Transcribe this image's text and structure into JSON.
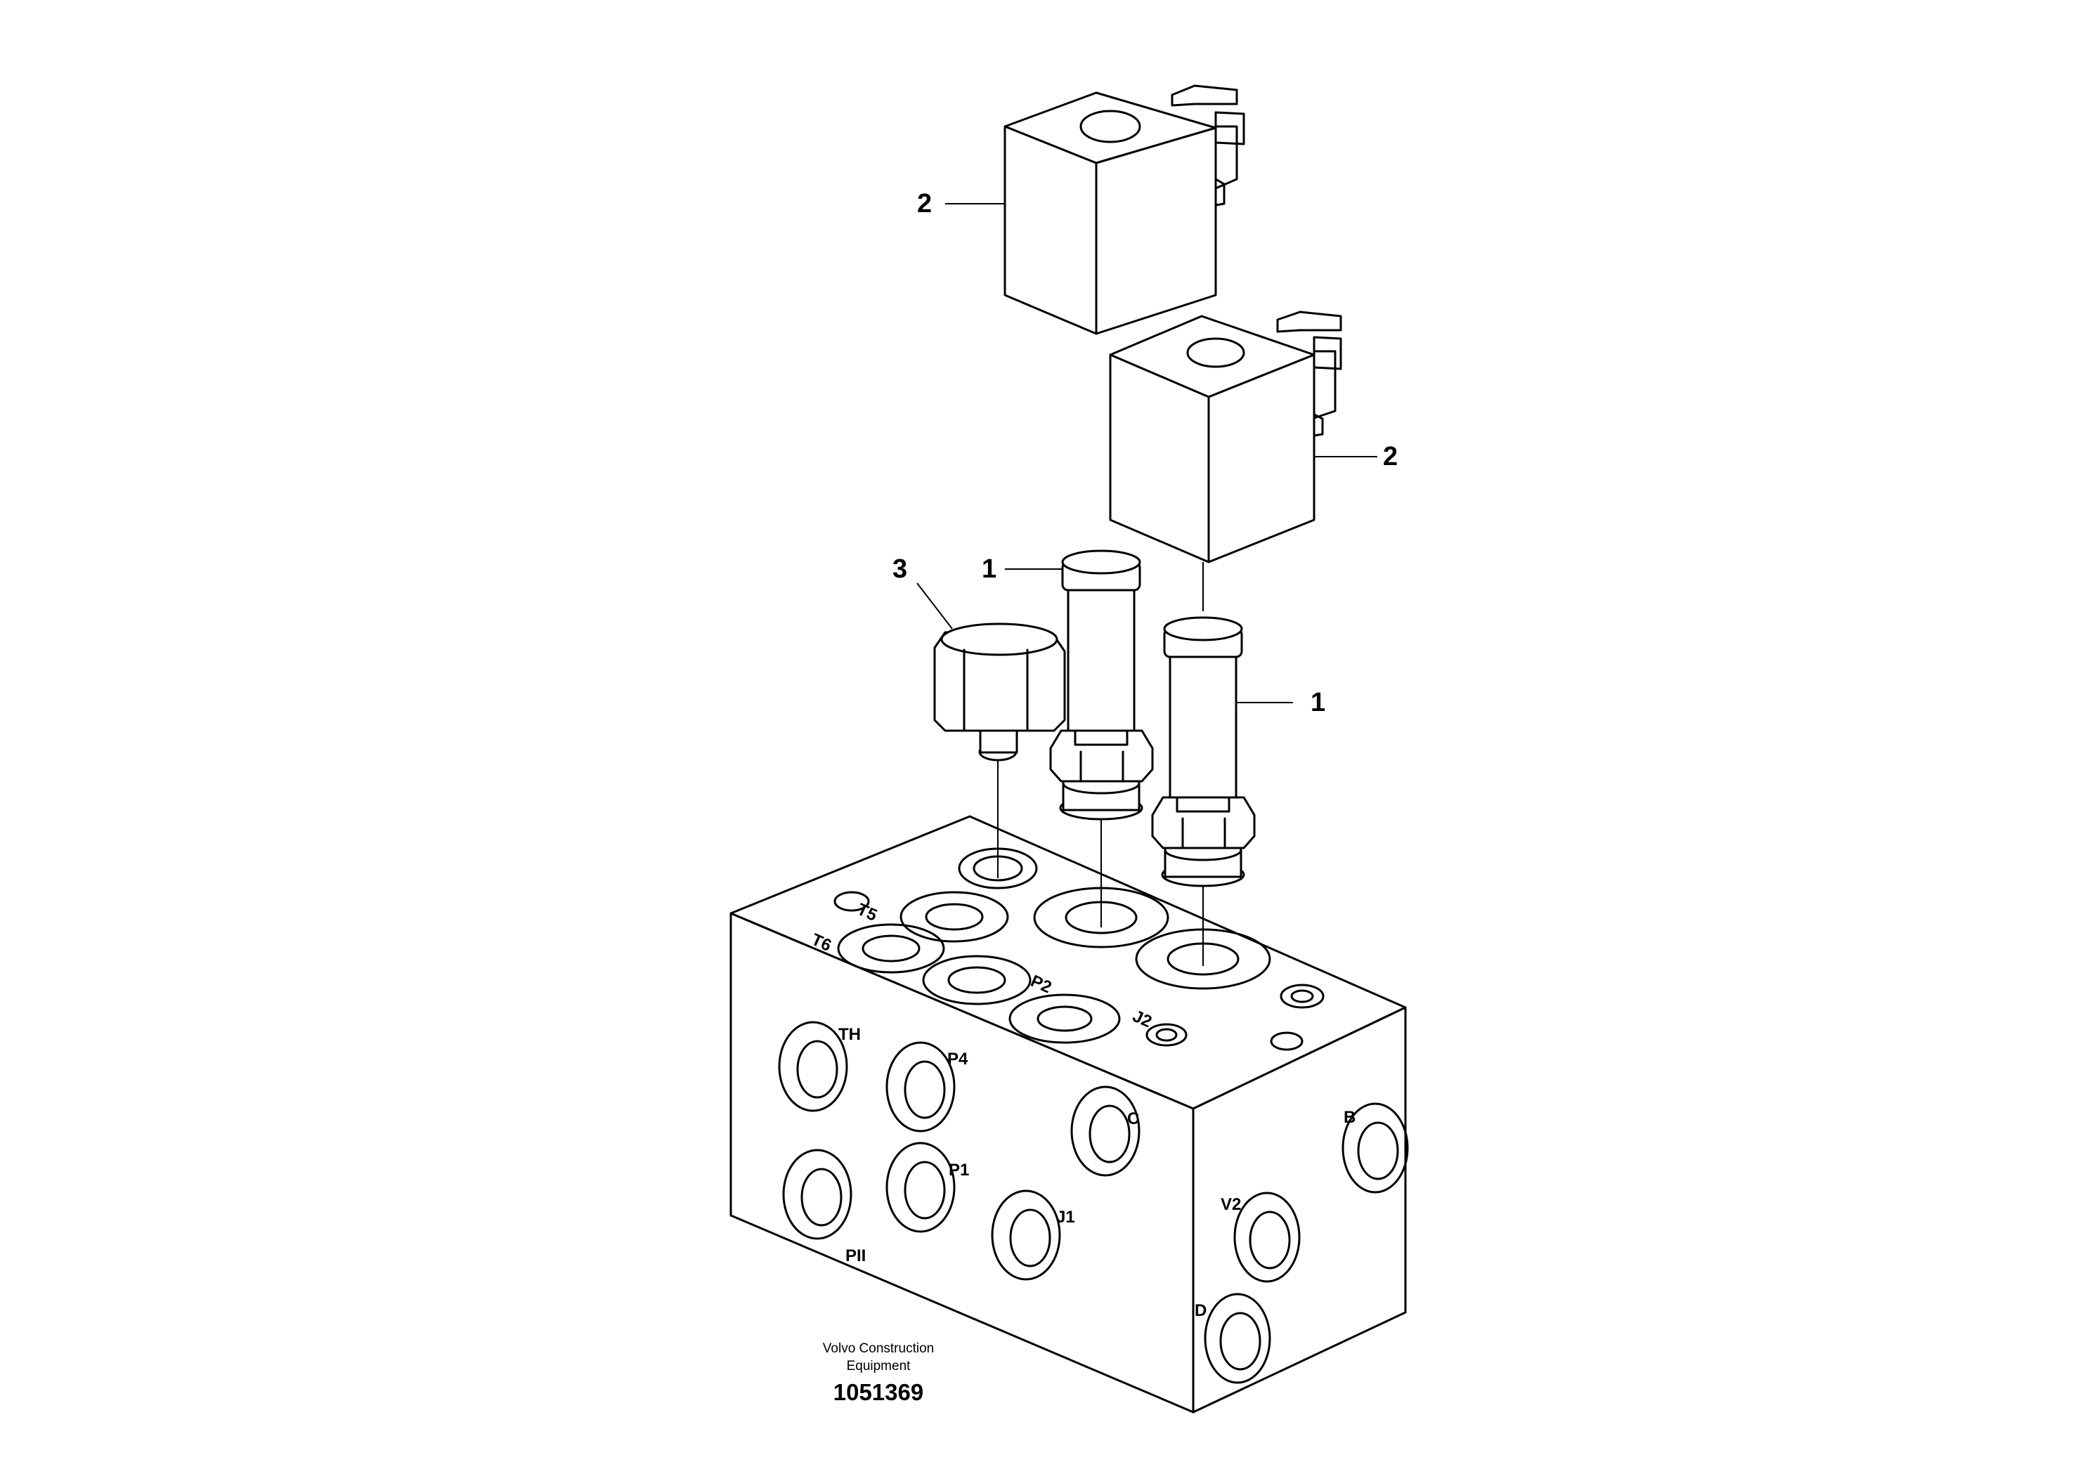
{
  "callouts": {
    "coil_upper": "2",
    "coil_lower": "2",
    "cartridge_left": "1",
    "cartridge_right": "1",
    "plug": "3"
  },
  "ports": {
    "T5": "T5",
    "T6": "T6",
    "P2": "P2",
    "J2": "J2",
    "TH": "TH",
    "P4": "P4",
    "C": "C",
    "P1": "P1",
    "J1": "J1",
    "PII": "PII",
    "B": "B",
    "V2": "V2",
    "D": "D"
  },
  "footer": {
    "line1": "Volvo Construction",
    "line2": "Equipment",
    "drawing_number": "1051369"
  }
}
